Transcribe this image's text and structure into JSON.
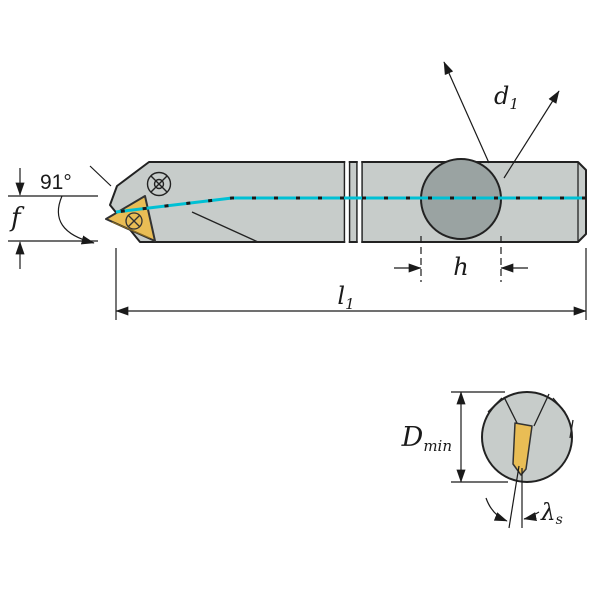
{
  "labels": {
    "angle": "91°",
    "f": "f",
    "h": "h",
    "d1": {
      "base": "d",
      "sub": "1"
    },
    "l1": {
      "base": "l",
      "sub": "1"
    },
    "dmin": {
      "base": "D",
      "sub": "min"
    },
    "lambda": {
      "base": "λ",
      "sub": "s"
    }
  },
  "colors": {
    "body": "#c7ccca",
    "body_dark": "#9aa3a2",
    "insert": "#e9bd55",
    "centerline": "#00c0d4",
    "line": "#1a1a1a"
  }
}
